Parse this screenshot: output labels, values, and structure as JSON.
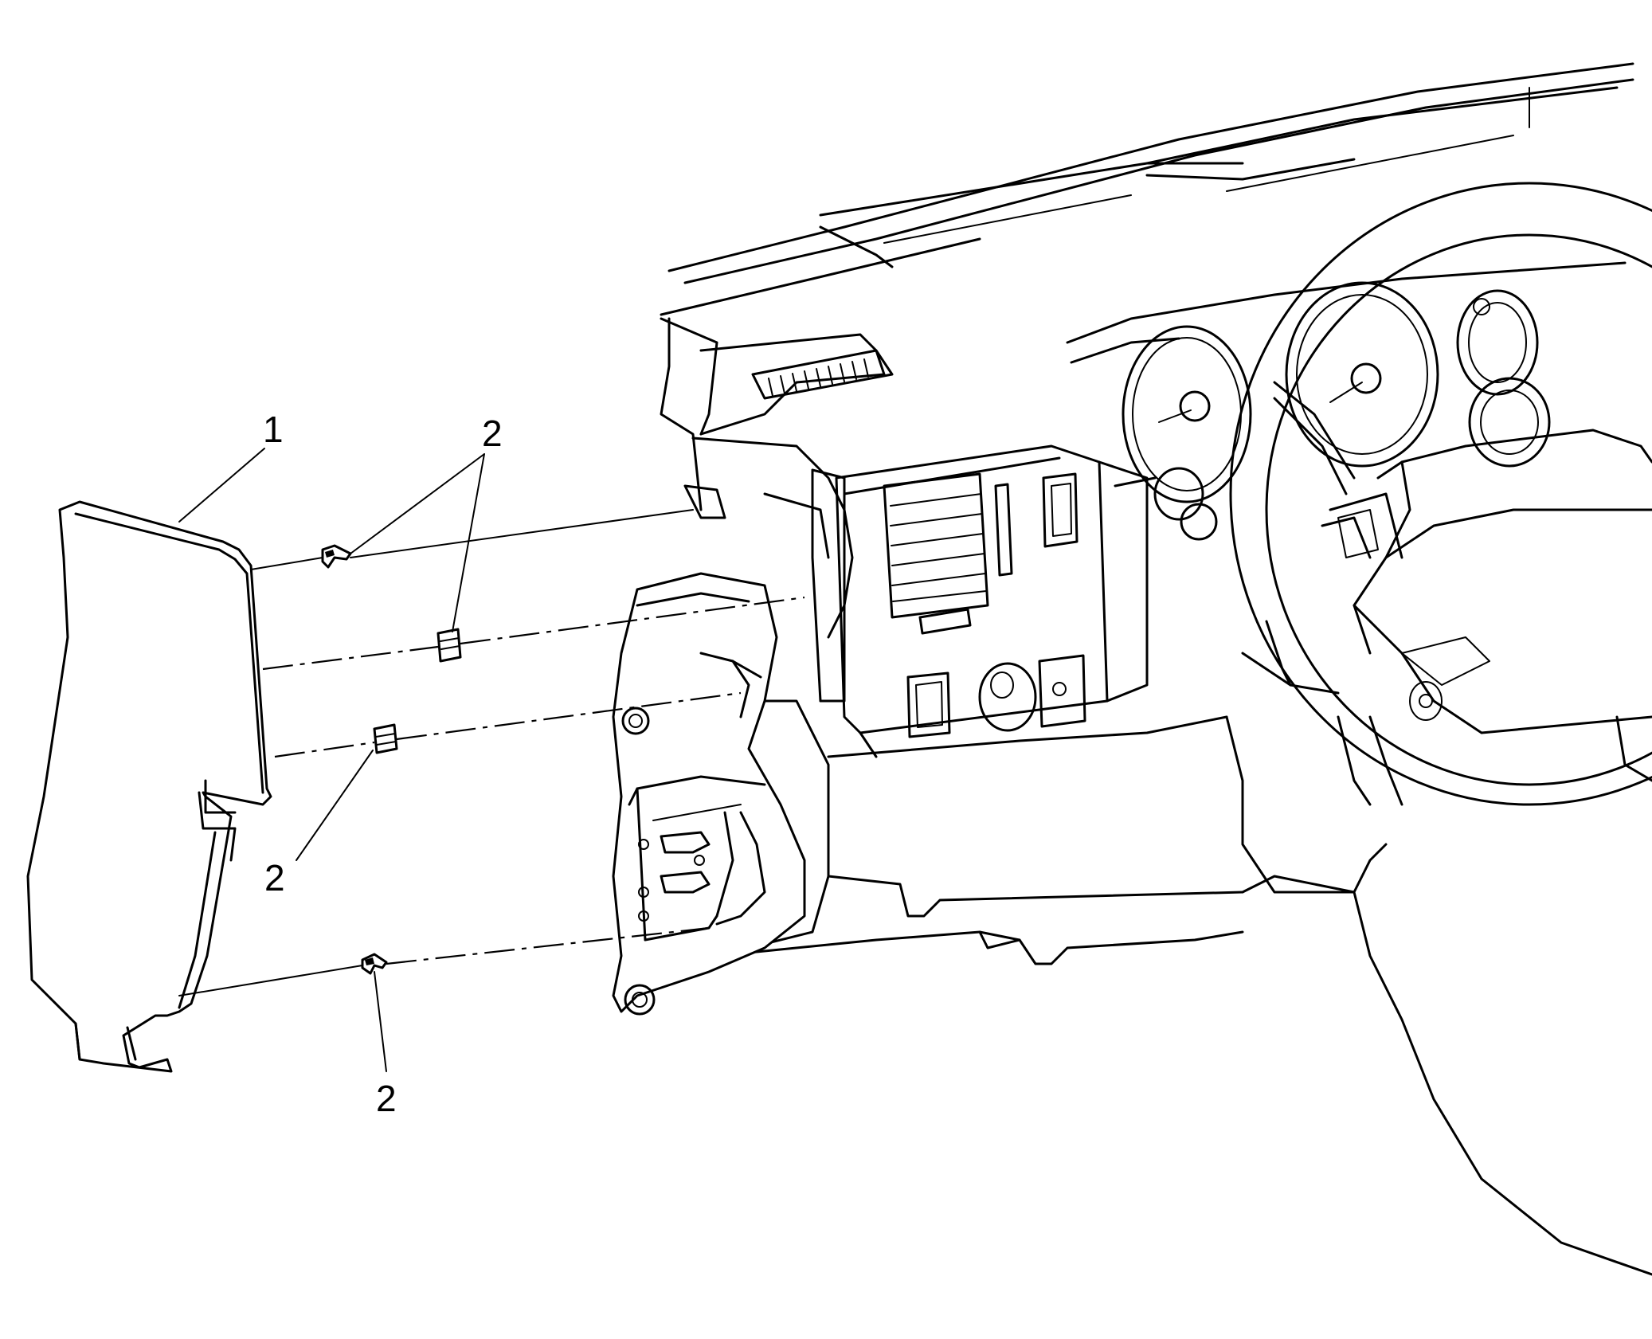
{
  "callouts": {
    "panel": "1",
    "retainer_top": "2",
    "retainer_mid": "2",
    "retainer_low": "2"
  }
}
